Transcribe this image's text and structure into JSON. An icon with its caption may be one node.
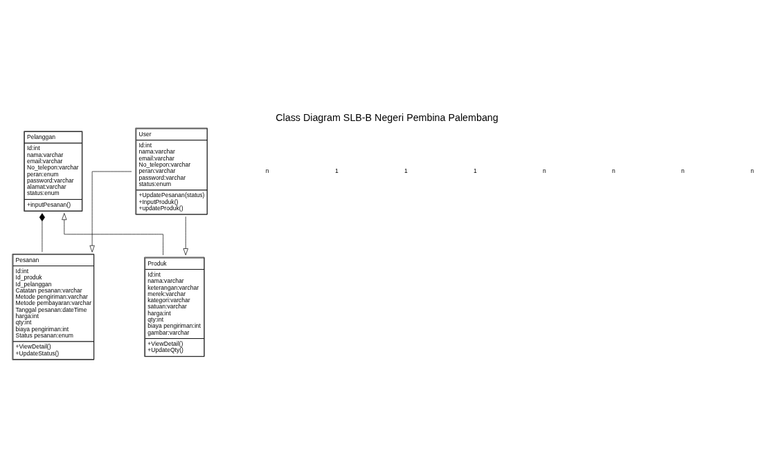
{
  "diagram": {
    "title": "Class Diagram SLB-B Negeri Pembina Palembang",
    "nodes": [
      {
        "text": [
          "Pelanggan",
          "Id:int",
          "nama:varchar",
          "email:varchar",
          "No_telepon:varchar",
          "peran:enum",
          "password:varchar",
          "alamat:varchar",
          "status:enum",
          "+inputPesanan()"
        ]
      },
      {
        "text": [
          "User",
          "Id:int",
          "nama:varchar",
          "email:varchar",
          "No_telepon:varchar",
          "peran:varchar",
          "password:varchar",
          "status:enum",
          "+UpdatePesanan(status)",
          "+InputProduk()",
          "+updateProduk()"
        ]
      },
      {
        "text": [
          "Pesanan",
          "Id:int",
          "Id_produk",
          "Id_pelanggan",
          "Catatan pesanan:varchar",
          "Metode pengiriman:varchar",
          "Metode pembayaran:varchar",
          "Tanggal pesanan:dateTime",
          "harga:int",
          "qty:int",
          "biaya pengiriman:int",
          "Status pesanan:enum",
          "+ViewDetail()",
          "+UpdateStatus()"
        ]
      },
      {
        "text": [
          "Produk",
          "Id:int",
          "nama:varchar",
          "keterangan:varchar",
          "merek:varchar",
          "kategori:varchar",
          "satuan:varchar",
          "harga:int",
          "qty:int",
          "biaya pengiriman:int",
          "gambar:varchar",
          "+ViewDetail()",
          "+UpdateQty()"
        ]
      }
    ],
    "edges": [
      {
        "from": 3,
        "to": 0,
        "arrow": "to"
      },
      {
        "from": 1,
        "to": 2,
        "arrow": "to"
      },
      {
        "from": 1,
        "to": 3,
        "arrow": "to"
      },
      {
        "from": 0,
        "to": 2,
        "arrow": "other"
      }
    ],
    "labels": [
      "n",
      "1",
      "1",
      "1",
      "n",
      "n",
      "n",
      "n"
    ]
  }
}
